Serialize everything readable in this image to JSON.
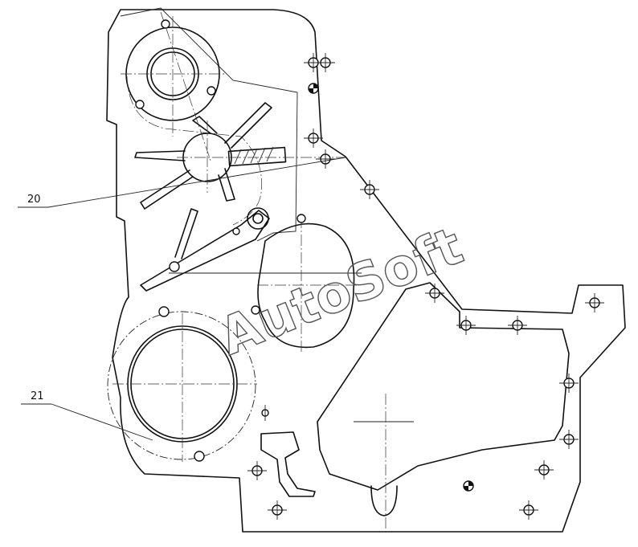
{
  "callouts": [
    {
      "label": "20"
    },
    {
      "label": "21"
    }
  ],
  "watermark": {
    "text": "AutoSoft",
    "color": "#555555"
  },
  "icons": [
    "bolt-hole-icon",
    "center-mark-icon"
  ]
}
